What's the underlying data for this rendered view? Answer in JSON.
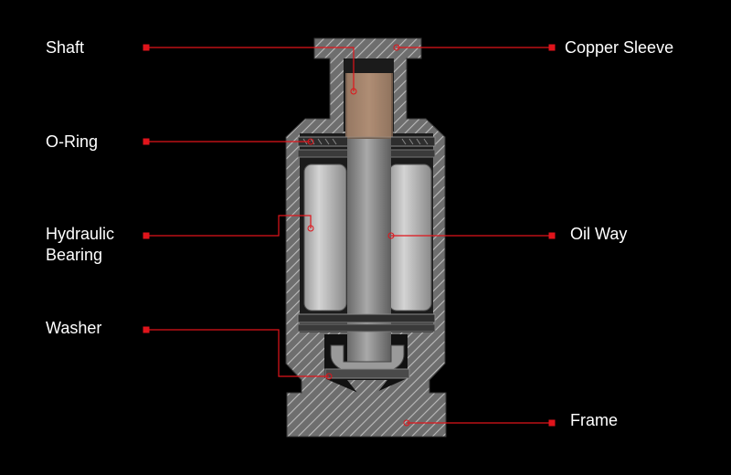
{
  "labels": {
    "shaft": "Shaft",
    "copper_sleeve": "Copper Sleeve",
    "o_ring": "O-Ring",
    "hydraulic_bearing_line1": "Hydraulic",
    "hydraulic_bearing_line2": "Bearing",
    "oil_way": "Oil Way",
    "washer": "Washer",
    "frame": "Frame"
  },
  "colors": {
    "background": "#000000",
    "text": "#ffffff",
    "leader": "#e0141b",
    "hatch_fill": "#7a7a7a",
    "hatch_line": "#b8b8b8",
    "copper": "#a08068",
    "shaft": "#8f8f8f"
  }
}
